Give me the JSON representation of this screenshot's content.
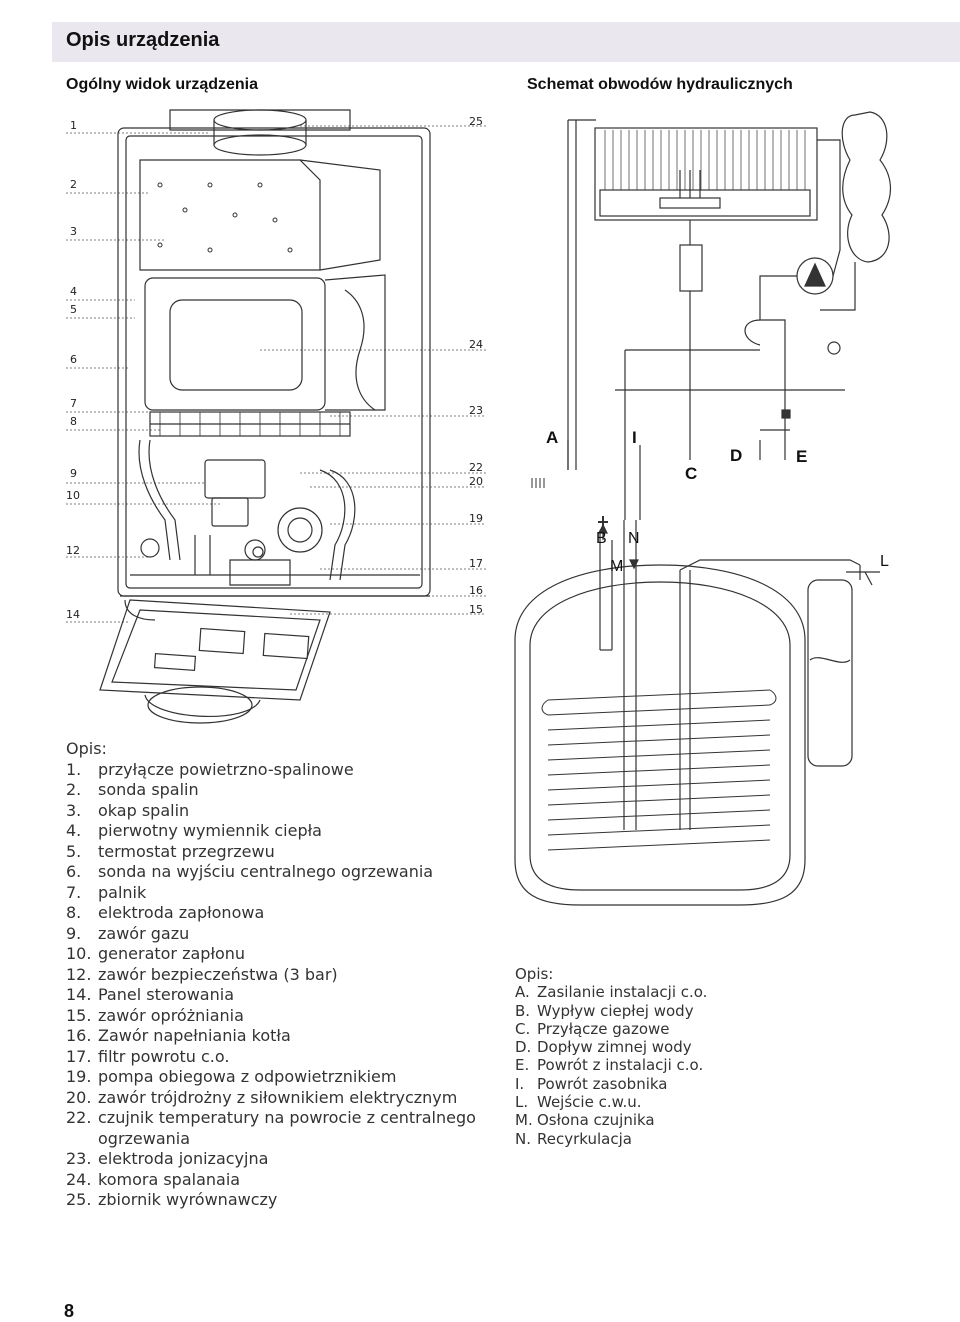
{
  "header": {
    "title": "Opis urządzenia"
  },
  "left_section": {
    "title": "Ogólny widok urządzenia",
    "left_numbers": [
      "1",
      "2",
      "3",
      "4",
      "5",
      "6",
      "7",
      "8",
      "9",
      "10",
      "12",
      "14"
    ],
    "right_numbers": [
      "25",
      "24",
      "23",
      "22",
      "20",
      "19",
      "17",
      "16",
      "15"
    ]
  },
  "right_section": {
    "title": "Schemat obwodów hydraulicznych",
    "diagram_letters": [
      "A",
      "I",
      "C",
      "D",
      "E",
      "B",
      "N",
      "M",
      "L"
    ]
  },
  "legend_left": {
    "heading": "Opis:",
    "items": [
      {
        "n": "1.",
        "t": "przyłącze powietrzno-spalinowe"
      },
      {
        "n": "2.",
        "t": "sonda spalin"
      },
      {
        "n": "3.",
        "t": "okap spalin"
      },
      {
        "n": "4.",
        "t": "pierwotny wymiennik ciepła"
      },
      {
        "n": "5.",
        "t": "termostat przegrzewu"
      },
      {
        "n": "6.",
        "t": "sonda na wyjściu centralnego ogrzewania"
      },
      {
        "n": "7.",
        "t": "palnik"
      },
      {
        "n": "8.",
        "t": "elektroda zapłonowa"
      },
      {
        "n": "9.",
        "t": "zawór gazu"
      },
      {
        "n": "10.",
        "t": "generator zapłonu"
      },
      {
        "n": "12.",
        "t": "zawór bezpieczeństwa (3 bar)"
      },
      {
        "n": "14.",
        "t": "Panel sterowania"
      },
      {
        "n": "15.",
        "t": "zawór opróżniania"
      },
      {
        "n": "16.",
        "t": "Zawór napełniania kotła"
      },
      {
        "n": "17.",
        "t": "filtr powrotu c.o."
      },
      {
        "n": "19.",
        "t": "pompa obiegowa z odpowietrznikiem"
      },
      {
        "n": "20.",
        "t": "zawór trójdrożny z siłownikiem elektrycznym"
      },
      {
        "n": "22.",
        "t": "czujnik temperatury na powrocie z centralnego ogrzewania"
      },
      {
        "n": "23.",
        "t": "elektroda jonizacyjna"
      },
      {
        "n": "24.",
        "t": "komora spalanaia"
      },
      {
        "n": "25.",
        "t": "zbiornik wyrównawczy"
      }
    ]
  },
  "legend_right": {
    "heading": "Opis:",
    "items": [
      {
        "n": "A.",
        "t": "Zasilanie instalacji c.o."
      },
      {
        "n": "B.",
        "t": "Wypływ ciepłej wody"
      },
      {
        "n": "C.",
        "t": "Przyłącze gazowe"
      },
      {
        "n": "D.",
        "t": "Dopływ zimnej wody"
      },
      {
        "n": "E.",
        "t": "Powrót z instalacji c.o."
      },
      {
        "n": "I.",
        "t": "Powrót zasobnika"
      },
      {
        "n": "L.",
        "t": "Wejście c.w.u."
      },
      {
        "n": "M.",
        "t": "Osłona czujnika"
      },
      {
        "n": "N.",
        "t": "Recyrkulacja"
      }
    ]
  },
  "footer": {
    "page_number": "8"
  }
}
